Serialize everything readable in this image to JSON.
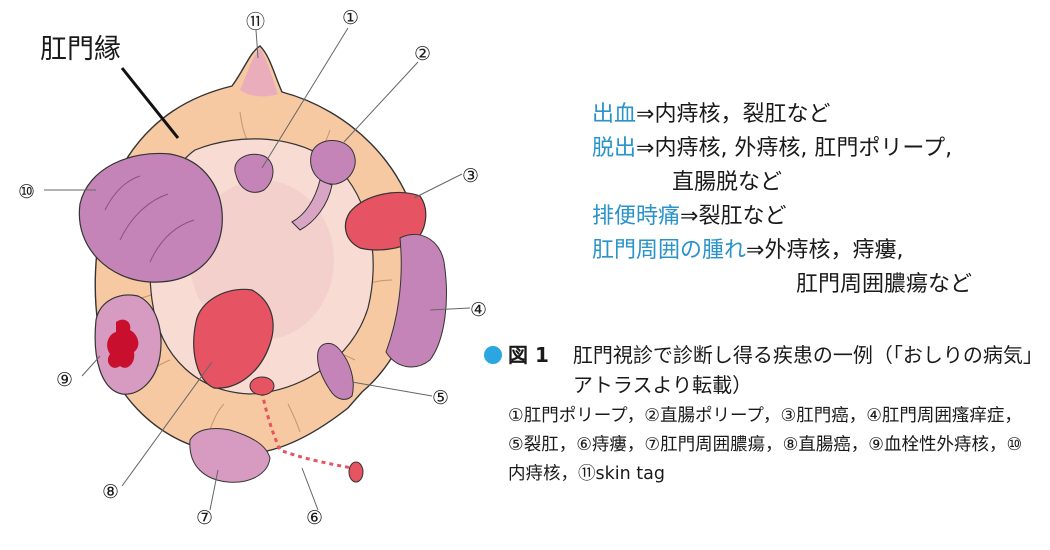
{
  "diagram": {
    "rim_label": "肛門縁",
    "numbers": [
      "①",
      "②",
      "③",
      "④",
      "⑤",
      "⑥",
      "⑦",
      "⑧",
      "⑨",
      "⑩",
      "⑪"
    ],
    "colors": {
      "rim": "#f6c9a2",
      "lumen": "#f8dcd4",
      "purple": "#c584b8",
      "red": "#e65362",
      "dark_red": "#c8102e",
      "outline": "#333333"
    }
  },
  "symptoms": [
    {
      "term": "出血",
      "desc": "⇒内痔核，裂肛など"
    },
    {
      "term": "脱出",
      "desc": "⇒内痔核, 外痔核, 肛門ポリープ,",
      "cont": "直腸脱など"
    },
    {
      "term": "排便時痛",
      "desc": "⇒裂肛など"
    },
    {
      "term": "肛門周囲の腫れ",
      "desc": "⇒外痔核，痔瘻,",
      "cont": "肛門周囲膿瘍など"
    }
  ],
  "caption": {
    "fig_label": "図 1",
    "title": "肛門視診で診断し得る疾患の一例（「おしりの病気」アトラスより転載）",
    "body": "①肛門ポリープ，②直腸ポリープ，③肛門癌，④肛門周囲瘙痒症，⑤裂肛，⑥痔瘻，⑦肛門周囲膿瘍，⑧直腸癌，⑨血栓性外痔核，⑩内痔核，⑪skin tag"
  }
}
